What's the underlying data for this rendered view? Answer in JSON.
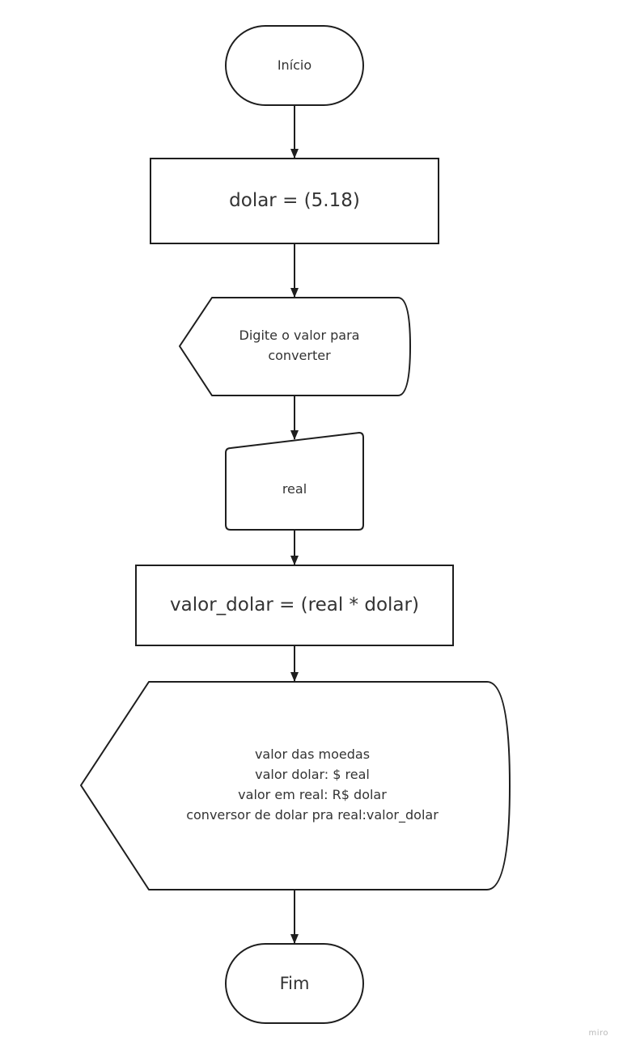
{
  "diagram": {
    "start": {
      "label": "Início"
    },
    "set_dolar": {
      "label": "dolar = (5.18)"
    },
    "prompt": {
      "label": "Digite o valor para\nconverter"
    },
    "input_real": {
      "label": "real"
    },
    "compute": {
      "label": "valor_dolar = (real * dolar)"
    },
    "output": {
      "lines": [
        "valor das moedas",
        "valor dolar: $  real",
        "valor em real: R$ dolar",
        "conversor de dolar pra real:valor_dolar"
      ]
    },
    "end": {
      "label": "Fim"
    }
  },
  "watermark": "miro",
  "colors": {
    "stroke": "#1e1e1e",
    "text": "#333333",
    "background": "#ffffff"
  }
}
